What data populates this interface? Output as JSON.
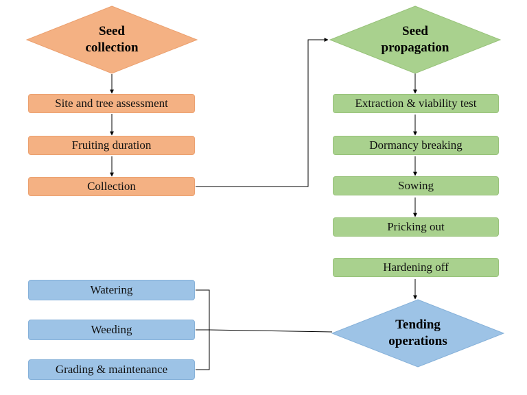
{
  "colors": {
    "collection": "#f4b183",
    "propagation": "#a9d18e",
    "tending": "#9dc3e6",
    "line": "#000000"
  },
  "seed_collection": {
    "title": "Seed\ncollection",
    "steps": [
      "Site and tree assessment",
      "Fruiting duration",
      "Collection"
    ]
  },
  "seed_propagation": {
    "title": "Seed\npropagation",
    "steps": [
      "Extraction & viability test",
      "Dormancy breaking",
      "Sowing",
      "Pricking out",
      "Hardening off"
    ]
  },
  "tending_operations": {
    "title": "Tending\noperations",
    "steps": [
      "Watering",
      "Weeding",
      "Grading & maintenance"
    ]
  }
}
